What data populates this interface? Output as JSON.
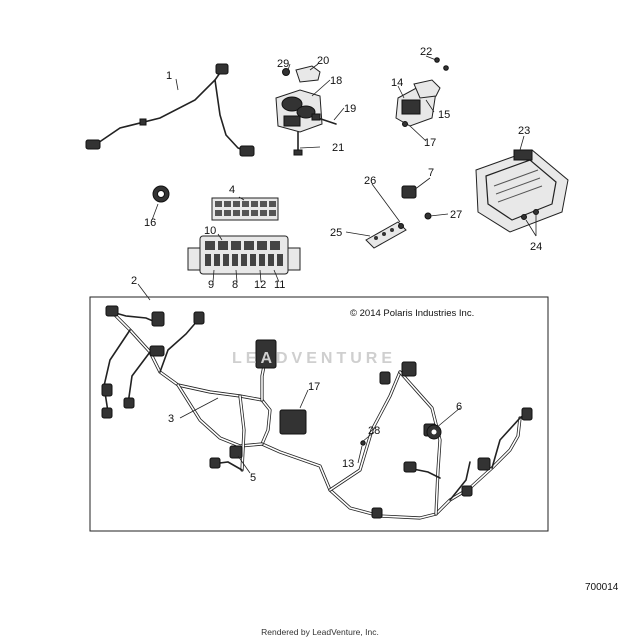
{
  "copyright": "© 2014 Polaris Industries Inc.",
  "diagram_number": "700014",
  "rendered_by": "Rendered by LeadVenture, Inc.",
  "watermark": "LEADVENTURE",
  "callouts": {
    "c1": "1",
    "c2": "2",
    "c3": "3",
    "c4": "4",
    "c5": "5",
    "c6": "6",
    "c7": "7",
    "c8": "8",
    "c9": "9",
    "c10": "10",
    "c11": "11",
    "c12": "12",
    "c13": "13",
    "c14": "14",
    "c15": "15",
    "c16": "16",
    "c17a": "17",
    "c17b": "17",
    "c18": "18",
    "c19": "19",
    "c20": "20",
    "c21": "21",
    "c22": "22",
    "c23": "23",
    "c24": "24",
    "c25": "25",
    "c26": "26",
    "c27": "27",
    "c28": "28",
    "c29": "29"
  }
}
